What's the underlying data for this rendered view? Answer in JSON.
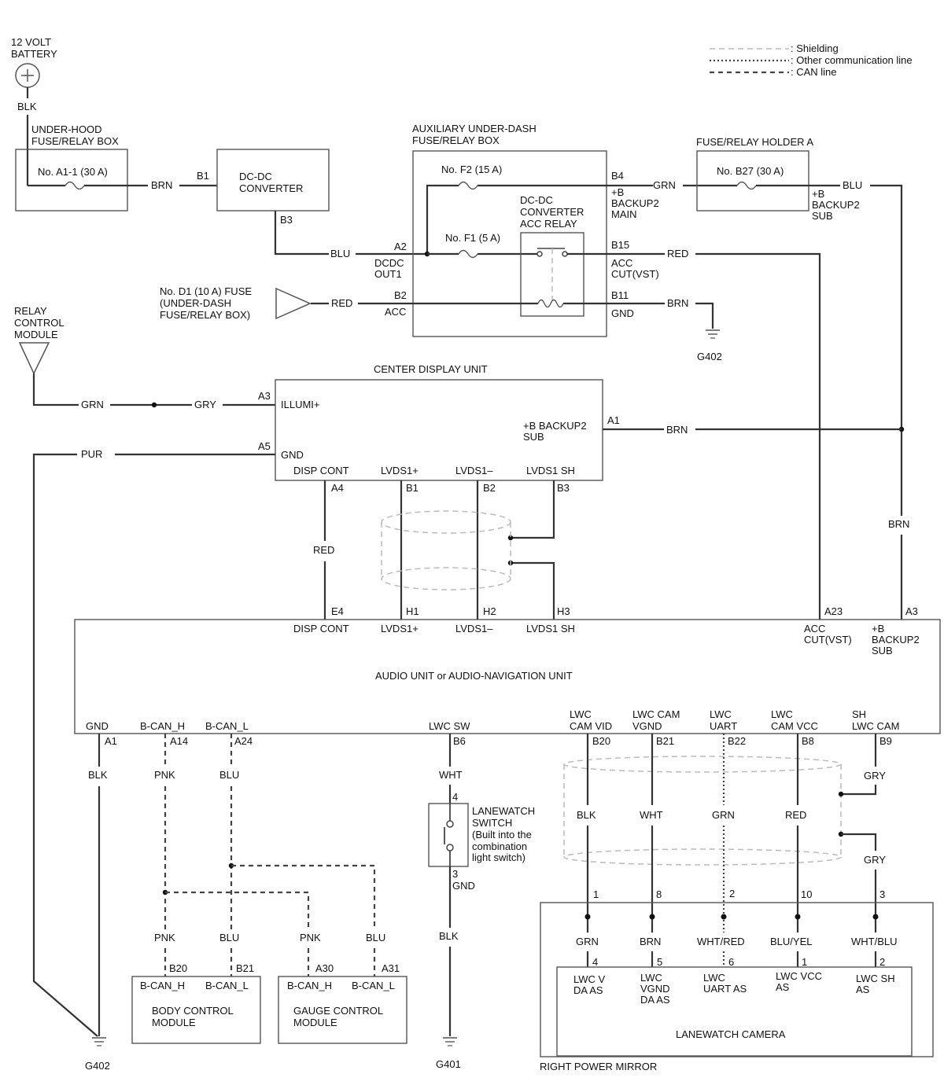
{
  "legend": {
    "shielding": ": Shielding",
    "other_comm": ": Other communication line",
    "can": ": CAN line"
  },
  "battery": {
    "label1": "12 VOLT",
    "label2": "BATTERY",
    "wire": "BLK"
  },
  "underhood_box": {
    "title1": "UNDER-HOOD",
    "title2": "FUSE/RELAY BOX",
    "fuse": "No. A1-1 (30 A)",
    "wire_out": "BRN"
  },
  "dcdc_converter": {
    "title1": "DC-DC",
    "title2": "CONVERTER",
    "pin_in": "B1",
    "pin_out": "B3"
  },
  "aux_box": {
    "title1": "AUXILIARY UNDER-DASH",
    "title2": "FUSE/RELAY BOX",
    "fuse_f2": "No. F2 (15 A)",
    "fuse_f1": "No. F1 (5 A)",
    "relay1": "DC-DC",
    "relay2": "CONVERTER",
    "relay3": "ACC RELAY",
    "pin_a2": "A2",
    "a2_label1": "DCDC",
    "a2_label2": "OUT1",
    "pin_b2": "B2",
    "b2_label": "ACC",
    "pin_b4": "B4",
    "b4_label1": "+B",
    "b4_label2": "BACKUP2",
    "b4_label3": "MAIN",
    "pin_b15": "B15",
    "b15_label1": "ACC",
    "b15_label2": "CUT(VST)",
    "pin_b11": "B11",
    "b11_label": "GND"
  },
  "d1_fuse": {
    "line1": "No. D1 (10 A) FUSE",
    "line2": "(UNDER-DASH",
    "line3": "FUSE/RELAY BOX)"
  },
  "holder_a": {
    "title": "FUSE/RELAY HOLDER A",
    "fuse": "No. B27 (30 A)",
    "out1": "+B",
    "out2": "BACKUP2",
    "out3": "SUB"
  },
  "relay_module": {
    "line1": "RELAY",
    "line2": "CONTROL",
    "line3": "MODULE"
  },
  "cdu": {
    "title": "CENTER DISPLAY UNIT",
    "pin_a3": "A3",
    "illumi": "ILLUMI+",
    "pin_a5": "A5",
    "gnd": "GND",
    "pin_a1": "A1",
    "backup1": "+B BACKUP2",
    "backup2": "SUB",
    "disp_cont": "DISP CONT",
    "lvds_p": "LVDS1+",
    "lvds_m": "LVDS1–",
    "lvds_sh": "LVDS1 SH",
    "pin_a4": "A4",
    "pin_b1": "B1",
    "pin_b2": "B2",
    "pin_b3": "B3"
  },
  "audio": {
    "title": "AUDIO UNIT or AUDIO-NAVIGATION UNIT",
    "pin_e4": "E4",
    "pin_h1": "H1",
    "pin_h2": "H2",
    "pin_h3": "H3",
    "disp_cont": "DISP CONT",
    "lvds_p": "LVDS1+",
    "lvds_m": "LVDS1–",
    "lvds_sh": "LVDS1 SH",
    "pin_a23": "A23",
    "acc1": "ACC",
    "acc2": "CUT(VST)",
    "pin_a3": "A3",
    "bk1": "+B",
    "bk2": "BACKUP2",
    "bk3": "SUB",
    "gnd": "GND",
    "bcan_h": "B-CAN_H",
    "bcan_l": "B-CAN_L",
    "lwc_sw": "LWC SW",
    "lwc_vid1": "LWC",
    "lwc_vid2": "CAM VID",
    "lwc_vgnd1": "LWC CAM",
    "lwc_vgnd2": "VGND",
    "lwc_uart1": "LWC",
    "lwc_uart2": "UART",
    "lwc_vcc1": "LWC",
    "lwc_vcc2": "CAM VCC",
    "lwc_sh1": "SH",
    "lwc_sh2": "LWC CAM",
    "pin_a1": "A1",
    "pin_a14": "A14",
    "pin_a24": "A24",
    "pin_b6": "B6",
    "pin_b20": "B20",
    "pin_b21": "B21",
    "pin_b22": "B22",
    "pin_b8": "B8",
    "pin_b9": "B9"
  },
  "wires": {
    "brn": "BRN",
    "blu": "BLU",
    "grn": "GRN",
    "red": "RED",
    "gry": "GRY",
    "pur": "PUR",
    "blk": "BLK",
    "pnk": "PNK",
    "wht": "WHT",
    "wht_red": "WHT/RED",
    "blu_yel": "BLU/YEL",
    "wht_blu": "WHT/BLU"
  },
  "switch": {
    "line1": "LANEWATCH",
    "line2": "SWITCH",
    "line3": "(Built into the",
    "line4": "combination",
    "line5": "light switch)",
    "pin4": "4",
    "pin3": "3",
    "gnd": "GND"
  },
  "bcm": {
    "pin_b20": "B20",
    "pin_b21": "B21",
    "can_h": "B-CAN_H",
    "can_l": "B-CAN_L",
    "name1": "BODY CONTROL",
    "name2": "MODULE"
  },
  "gcm": {
    "pin_a30": "A30",
    "pin_a31": "A31",
    "can_h": "B-CAN_H",
    "can_l": "B-CAN_L",
    "name1": "GAUGE CONTROL",
    "name2": "MODULE"
  },
  "mirror": {
    "title": "RIGHT POWER MIRROR",
    "camera": "LANEWATCH CAMERA",
    "p1": "1",
    "p8": "8",
    "p2": "2",
    "p10": "10",
    "p3": "3",
    "c4": "4",
    "c5": "5",
    "c6": "6",
    "c1": "1",
    "c2": "2",
    "lv1": "LWC V",
    "lv2": "DA AS",
    "lg1": "LWC",
    "lg2": "VGND",
    "lg3": "DA AS",
    "lu1": "LWC",
    "lu2": "UART AS",
    "lc1": "LWC VCC",
    "lc2": "AS",
    "ls1": "LWC SH",
    "ls2": "AS"
  },
  "grounds": {
    "g402": "G402",
    "g401": "G401"
  }
}
